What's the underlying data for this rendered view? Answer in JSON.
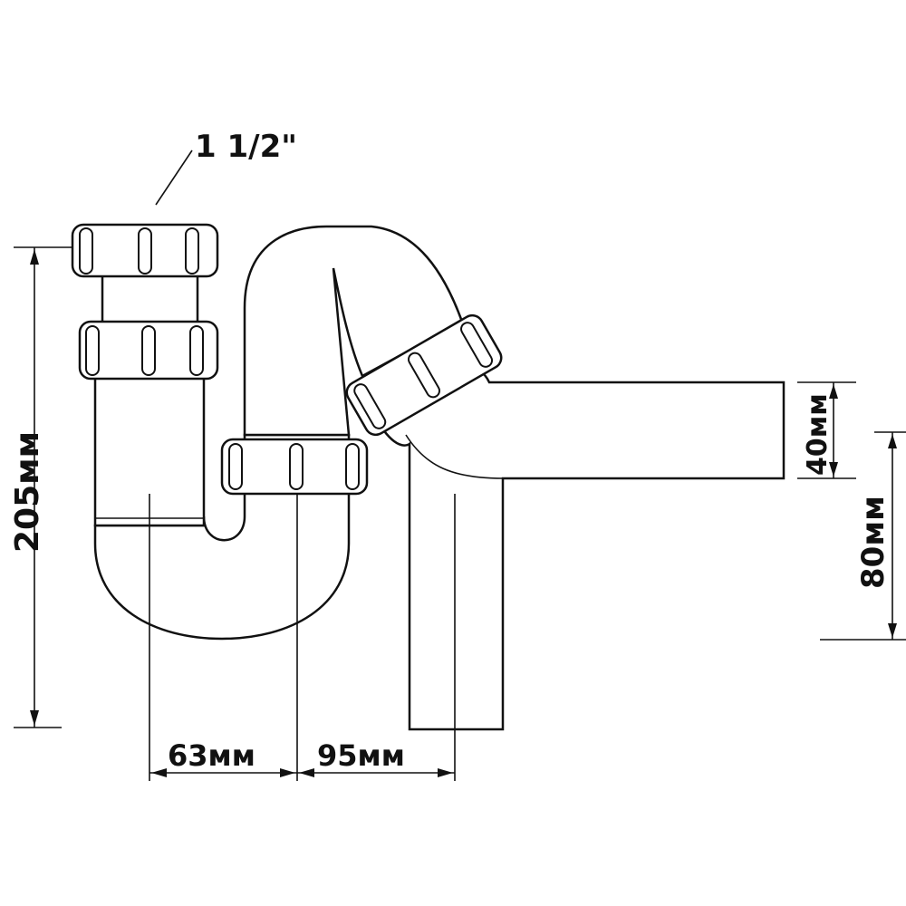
{
  "labels": {
    "thread_size": "1 1/2\"",
    "total_height": "205мм",
    "inlet_to_trap_offset": "63мм",
    "trap_to_outlet_offset": "95мм",
    "outlet_diameter": "40мм",
    "outlet_height": "80мм"
  },
  "colors": {
    "line": "#111111",
    "background": "#ffffff"
  }
}
